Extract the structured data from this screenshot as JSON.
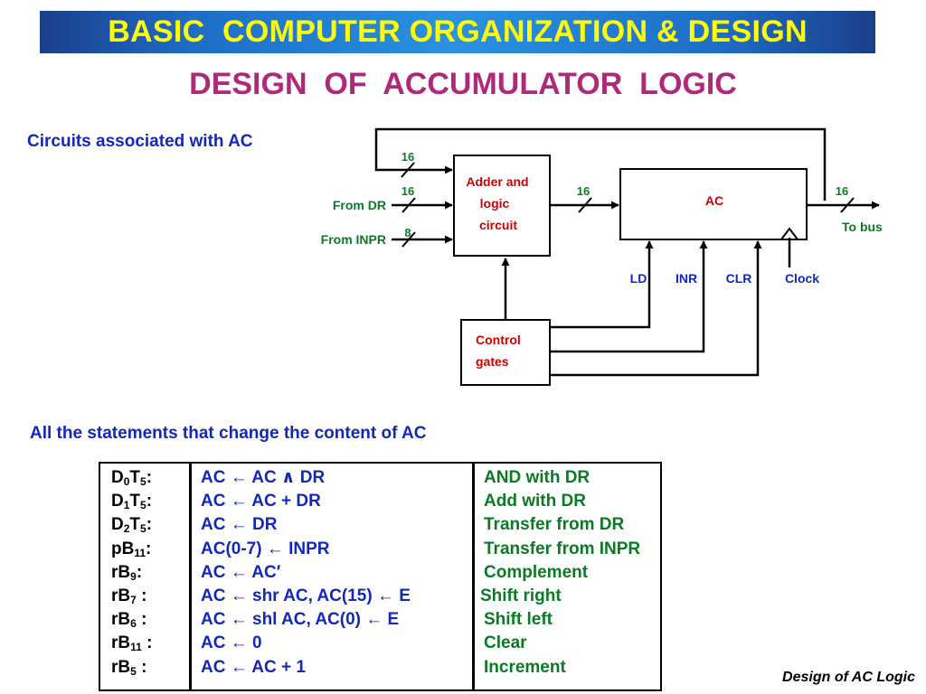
{
  "header": {
    "title": "BASIC  COMPUTER ORGANIZATION & DESIGN"
  },
  "slide": {
    "title": "DESIGN  OF  ACCUMULATOR  LOGIC"
  },
  "headings": {
    "circuits": "Circuits associated with AC",
    "statements": "All the statements that change the content of AC"
  },
  "diagram": {
    "blocks": {
      "adder_line1": "Adder and",
      "adder_line2": "logic",
      "adder_line3": "circuit",
      "ac": "AC",
      "control_line1": "Control",
      "control_line2": "gates"
    },
    "bus_widths": {
      "feedback": "16",
      "from_dr": "16",
      "from_inpr": "8",
      "adder_to_ac": "16",
      "ac_out": "16"
    },
    "inputs": {
      "from_dr": "From DR",
      "from_inpr": "From INPR"
    },
    "outputs": {
      "to_bus": "To bus"
    },
    "control_signals": [
      "LD",
      "INR",
      "CLR",
      "Clock"
    ],
    "colors": {
      "block_text": "#cc0000",
      "bus_width": "#0a7a24",
      "io_label": "#0a7a24",
      "signal": "#1428b8"
    }
  },
  "statements": [
    {
      "cond": {
        "base": "D",
        "sub": "0",
        "base2": "T",
        "sub2": "5",
        "suffix": ":"
      },
      "op": "AC ← AC ∧ DR",
      "desc": "AND with DR"
    },
    {
      "cond": {
        "base": "D",
        "sub": "1",
        "base2": "T",
        "sub2": "5",
        "suffix": ":"
      },
      "op": "AC ← AC + DR",
      "desc": "Add with DR"
    },
    {
      "cond": {
        "base": "D",
        "sub": "2",
        "base2": "T",
        "sub2": "5",
        "suffix": ":"
      },
      "op": "AC ← DR",
      "desc": "Transfer from DR"
    },
    {
      "cond": {
        "base": "pB",
        "sub": "11",
        "suffix": ":"
      },
      "op": "AC(0-7) ← INPR",
      "desc": "Transfer from INPR"
    },
    {
      "cond": {
        "base": "rB",
        "sub": "9",
        "suffix": ":"
      },
      "op": "AC ← AC′",
      "desc": "Complement"
    },
    {
      "cond": {
        "base": "rB",
        "sub": "7",
        "suffix": " :"
      },
      "op": "AC ← shr AC, AC(15) ← E",
      "desc": "Shift right"
    },
    {
      "cond": {
        "base": "rB",
        "sub": "6",
        "suffix": " :"
      },
      "op": "AC ← shl AC, AC(0) ← E",
      "desc": "Shift left"
    },
    {
      "cond": {
        "base": "rB",
        "sub": "11",
        "suffix": " :"
      },
      "op": "AC ← 0",
      "desc": "Clear"
    },
    {
      "cond": {
        "base": "rB",
        "sub": "5",
        "suffix": " :"
      },
      "op": "AC ← AC + 1",
      "desc": "Increment"
    }
  ],
  "footer": {
    "text": "Design of AC Logic"
  }
}
